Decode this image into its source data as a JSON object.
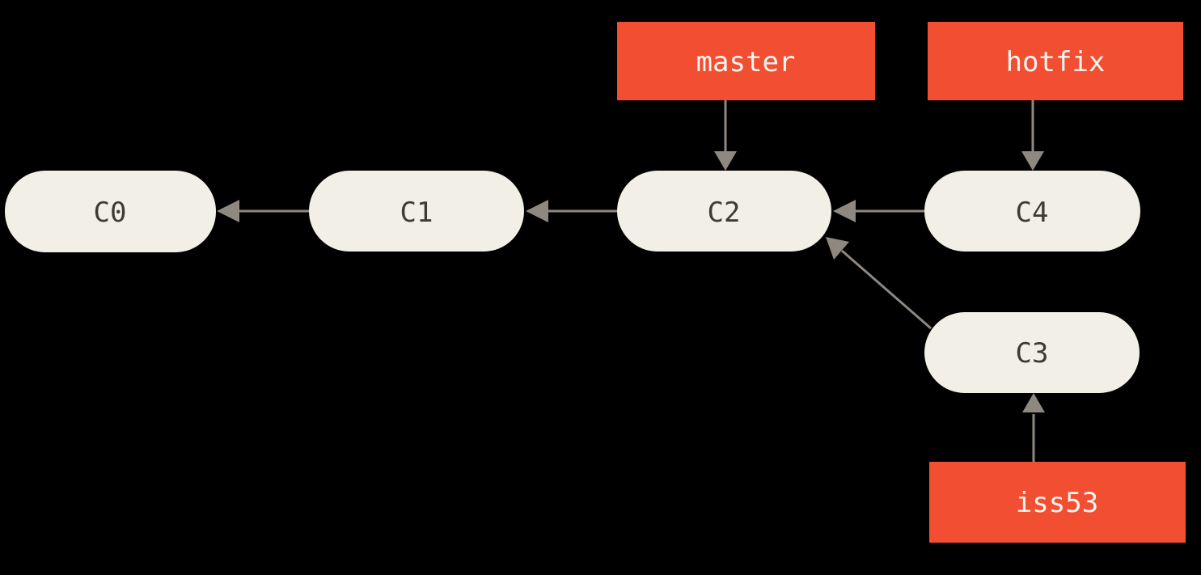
{
  "diagram": {
    "type": "git-commit-graph",
    "colors": {
      "background": "#000000",
      "branch_box": "#F14E32",
      "branch_text": "#F7F5F0",
      "commit_fill": "#F1EFE6",
      "commit_text": "#3E3B36",
      "arrow": "#8F8880"
    },
    "commits": {
      "c0": {
        "label": "C0"
      },
      "c1": {
        "label": "C1"
      },
      "c2": {
        "label": "C2"
      },
      "c3": {
        "label": "C3"
      },
      "c4": {
        "label": "C4"
      }
    },
    "branches": {
      "master": {
        "label": "master",
        "points_to": "C2"
      },
      "hotfix": {
        "label": "hotfix",
        "points_to": "C4"
      },
      "iss53": {
        "label": "iss53",
        "points_to": "C3"
      }
    },
    "edges": [
      {
        "from": "C1",
        "to": "C0"
      },
      {
        "from": "C2",
        "to": "C1"
      },
      {
        "from": "C4",
        "to": "C2"
      },
      {
        "from": "C3",
        "to": "C2"
      }
    ]
  }
}
